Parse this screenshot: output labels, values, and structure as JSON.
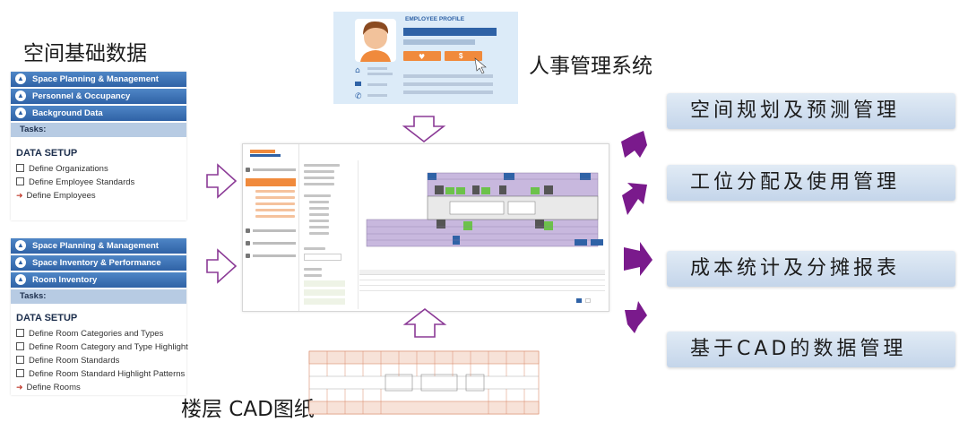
{
  "labels": {
    "space_data": "空间基础数据",
    "hr_system": "人事管理系统",
    "cad_drawings": "楼层 CAD图纸"
  },
  "profile_card": {
    "header": "EMPLOYEE PROFILE",
    "dollar_button": "$"
  },
  "panel_top": {
    "menus": [
      "Space Planning & Management",
      "Personnel & Occupancy",
      "Background Data"
    ],
    "tasks_label": "Tasks:",
    "setup_title": "DATA SETUP",
    "items": [
      "Define Organizations",
      "Define Employee Standards"
    ],
    "action_item": "Define Employees"
  },
  "panel_bottom": {
    "menus": [
      "Space Planning & Management",
      "Space Inventory & Performance",
      "Room Inventory"
    ],
    "tasks_label": "Tasks:",
    "setup_title": "DATA SETUP",
    "items": [
      "Define Room Categories and Types",
      "Define Room Category and Type Highlight",
      "Define Room Standards",
      "Define Room Standard Highlight Patterns"
    ],
    "action_item": "Define Rooms"
  },
  "outputs": [
    "空间规划及预测管理",
    "工位分配及使用管理",
    "成本统计及分摊报表",
    "基于CAD的数据管理"
  ],
  "colors": {
    "arrow_purple": "#7a1a8c",
    "menu_blue": "#2f62a6",
    "box_fill": "#d3e1f0",
    "desk_purple": "#b9a4d6",
    "desk_green": "#6cc24a",
    "accent_orange": "#f08a3c"
  }
}
